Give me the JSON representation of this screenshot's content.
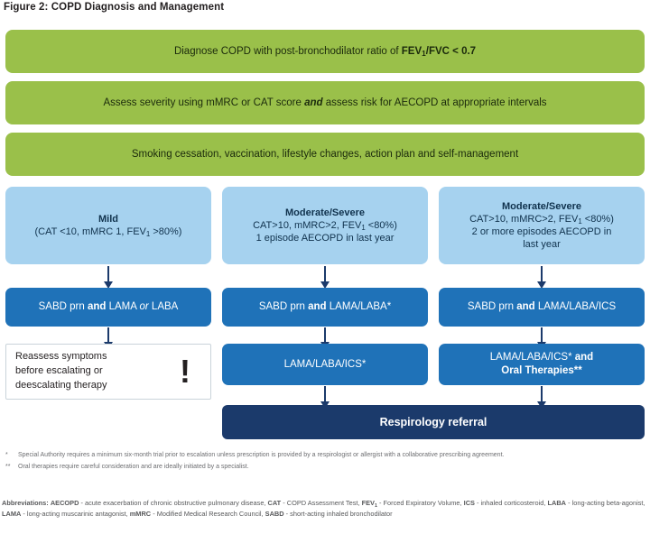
{
  "figure": {
    "title": "Figure 2: COPD Diagnosis and Management"
  },
  "steps": {
    "diagnose": {
      "lead": "Diagnose COPD with post-bronchodilator ratio of ",
      "emphasis": "FEV",
      "emphasis_sub": "1",
      "emphasis_tail": "/FVC < 0.7"
    },
    "assess": {
      "part1": "Assess severity using mMRC or CAT score ",
      "conjunction": "and",
      "part2": " assess risk for AECOPD at appropriate intervals"
    },
    "lifestyle": {
      "text": "Smoking cessation, vaccination, lifestyle changes, action plan and self-management"
    }
  },
  "columns": [
    {
      "severity_title": "Mild",
      "criteria_line1_a": "(CAT <10, mMRC 1, FEV",
      "criteria_line1_sub": "1",
      "criteria_line1_b": " >80%)",
      "criteria_line2": "",
      "criteria_line3": "",
      "treatment_first": {
        "seg1": "SABD prn ",
        "seg_bold": "and",
        "seg2": " LAMA ",
        "seg_italic": "or",
        "seg3": " LABA"
      },
      "treatment_second": null,
      "reassess": {
        "line1": "Reassess symptoms",
        "line2": "before escalating or",
        "line3": "deescalating therapy",
        "icon": "!"
      }
    },
    {
      "severity_title": "Moderate/Severe",
      "criteria_line1_a": "CAT>10, mMRC>2, FEV",
      "criteria_line1_sub": "1",
      "criteria_line1_b": " <80%)",
      "criteria_line2": "1 episode AECOPD in last year",
      "criteria_line3": "",
      "treatment_first": {
        "seg1": "SABD prn ",
        "seg_bold": "and",
        "seg2": " LAMA/LABA*",
        "seg_italic": "",
        "seg3": ""
      },
      "treatment_second": {
        "line1": "LAMA/LABA/ICS*",
        "line1_bold_tail": "",
        "line2": ""
      }
    },
    {
      "severity_title": "Moderate/Severe",
      "criteria_line1_a": "CAT>10, mMRC>2, FEV",
      "criteria_line1_sub": "1",
      "criteria_line1_b": " <80%)",
      "criteria_line2": "2 or more episodes AECOPD in",
      "criteria_line3": "last year",
      "treatment_first": {
        "seg1": "SABD prn ",
        "seg_bold": "and",
        "seg2": " LAMA/LABA/ICS",
        "seg_italic": "",
        "seg3": ""
      },
      "treatment_second": {
        "line1": "LAMA/LABA/ICS* ",
        "line1_bold_tail": "and",
        "line2": "Oral Therapies**"
      }
    }
  ],
  "referral": {
    "label": "Respirology referral"
  },
  "footnotes": [
    {
      "mark": "*",
      "text": "Special Authority requires a minimum six-month trial prior to escalation unless prescription is provided by a respirologist or allergist with a collaborative prescribing agreement."
    },
    {
      "mark": "**",
      "text": "Oral therapies require careful consideration and are ideally initiated by a specialist."
    }
  ],
  "abbreviations": {
    "heading": "Abbreviations:",
    "items": [
      {
        "term": "AECOPD",
        "def": " - acute exacerbation of chronic obstructive pulmonary disease, "
      },
      {
        "term": "CAT",
        "def": " - COPD Assessment Test, "
      },
      {
        "term": "FEV",
        "sub": "1",
        "def": " - Forced Expiratory Volume, "
      },
      {
        "term": "ICS",
        "def": " - inhaled corticosteroid, "
      },
      {
        "term": "LABA",
        "def": " - long-acting beta-agonist, "
      },
      {
        "term": "LAMA",
        "def": " - long-acting muscarinic antagonist, "
      },
      {
        "term": "mMRC",
        "def": " - Modified Medical Research Council, "
      },
      {
        "term": "SABD",
        "def": " - short-acting inhaled bronchodilator"
      }
    ]
  },
  "colors": {
    "green": "#9ac04a",
    "light_blue": "#a6d2ef",
    "mid_blue": "#1f72b8",
    "dark_blue": "#1b3a6b",
    "arrow": "#1b3a6b"
  }
}
